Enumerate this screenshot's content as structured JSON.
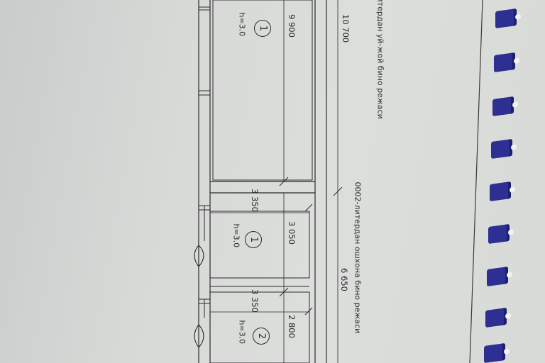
{
  "labels": {
    "residential_caption": "литердан уй-жой бино режаси",
    "kitchen_caption": "0002-литердан ошхона бино режаси"
  },
  "dimensions": {
    "d9900": "9 900",
    "d10700": "10 700",
    "d3350a": "3 350",
    "d3050": "3 050",
    "d6650": "6 650",
    "d3350b": "3 350",
    "d2800": "2 800"
  },
  "rooms": [
    {
      "number": "1",
      "height": "h=3.0"
    },
    {
      "number": "1",
      "height": "h=3.0"
    },
    {
      "number": "2",
      "height": "h=3.0"
    }
  ],
  "colors": {
    "paper": "#dcdedc",
    "ink": "#2a2a2a",
    "binding": "#2d2f93"
  }
}
